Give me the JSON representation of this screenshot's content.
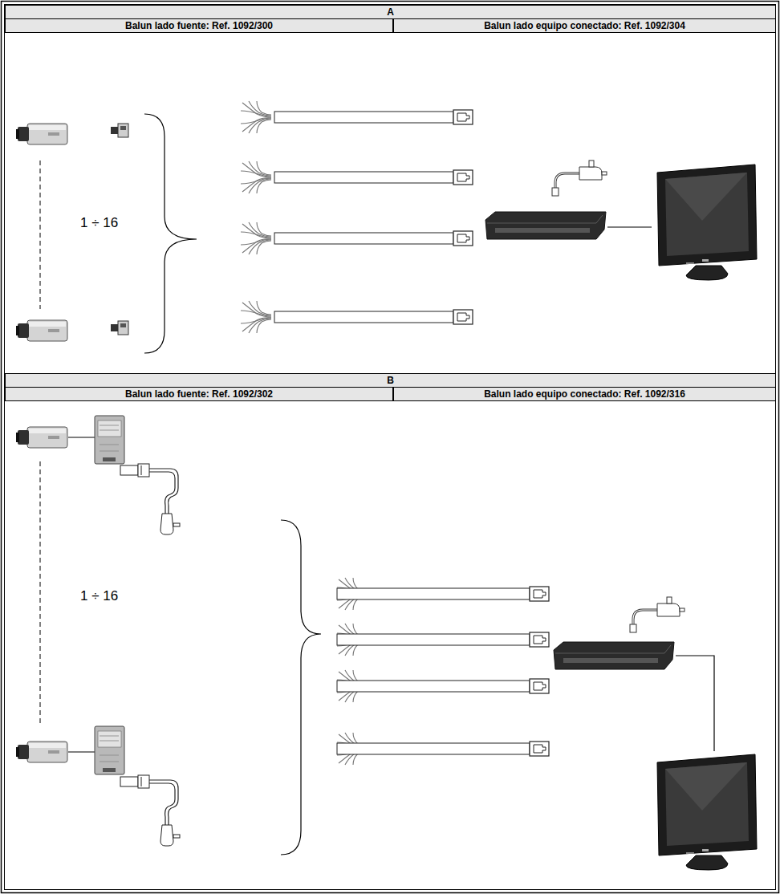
{
  "diagram": {
    "nodes": [
      {
        "text": [
          "A"
        ]
      },
      {
        "text": [
          "Balun lado fuente: Ref. 1092/300"
        ]
      },
      {
        "text": [
          "Balun lado equipo conectado: Ref. 1092/304"
        ]
      },
      {
        "text": [
          "B"
        ]
      },
      {
        "text": [
          "Balun lado fuente: Ref. 1092/302"
        ]
      },
      {
        "text": [
          "Balun lado equipo conectado: Ref. 1092/316"
        ]
      }
    ],
    "labels": [
      "1 ÷ 16",
      "1 ÷ 16"
    ]
  }
}
